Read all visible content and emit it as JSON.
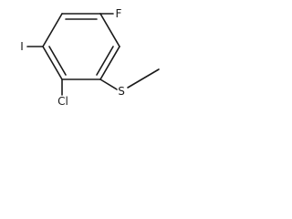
{
  "molecule": {
    "atoms": {
      "F": "F",
      "I": "I",
      "Cl": "Cl",
      "S": "S"
    }
  }
}
